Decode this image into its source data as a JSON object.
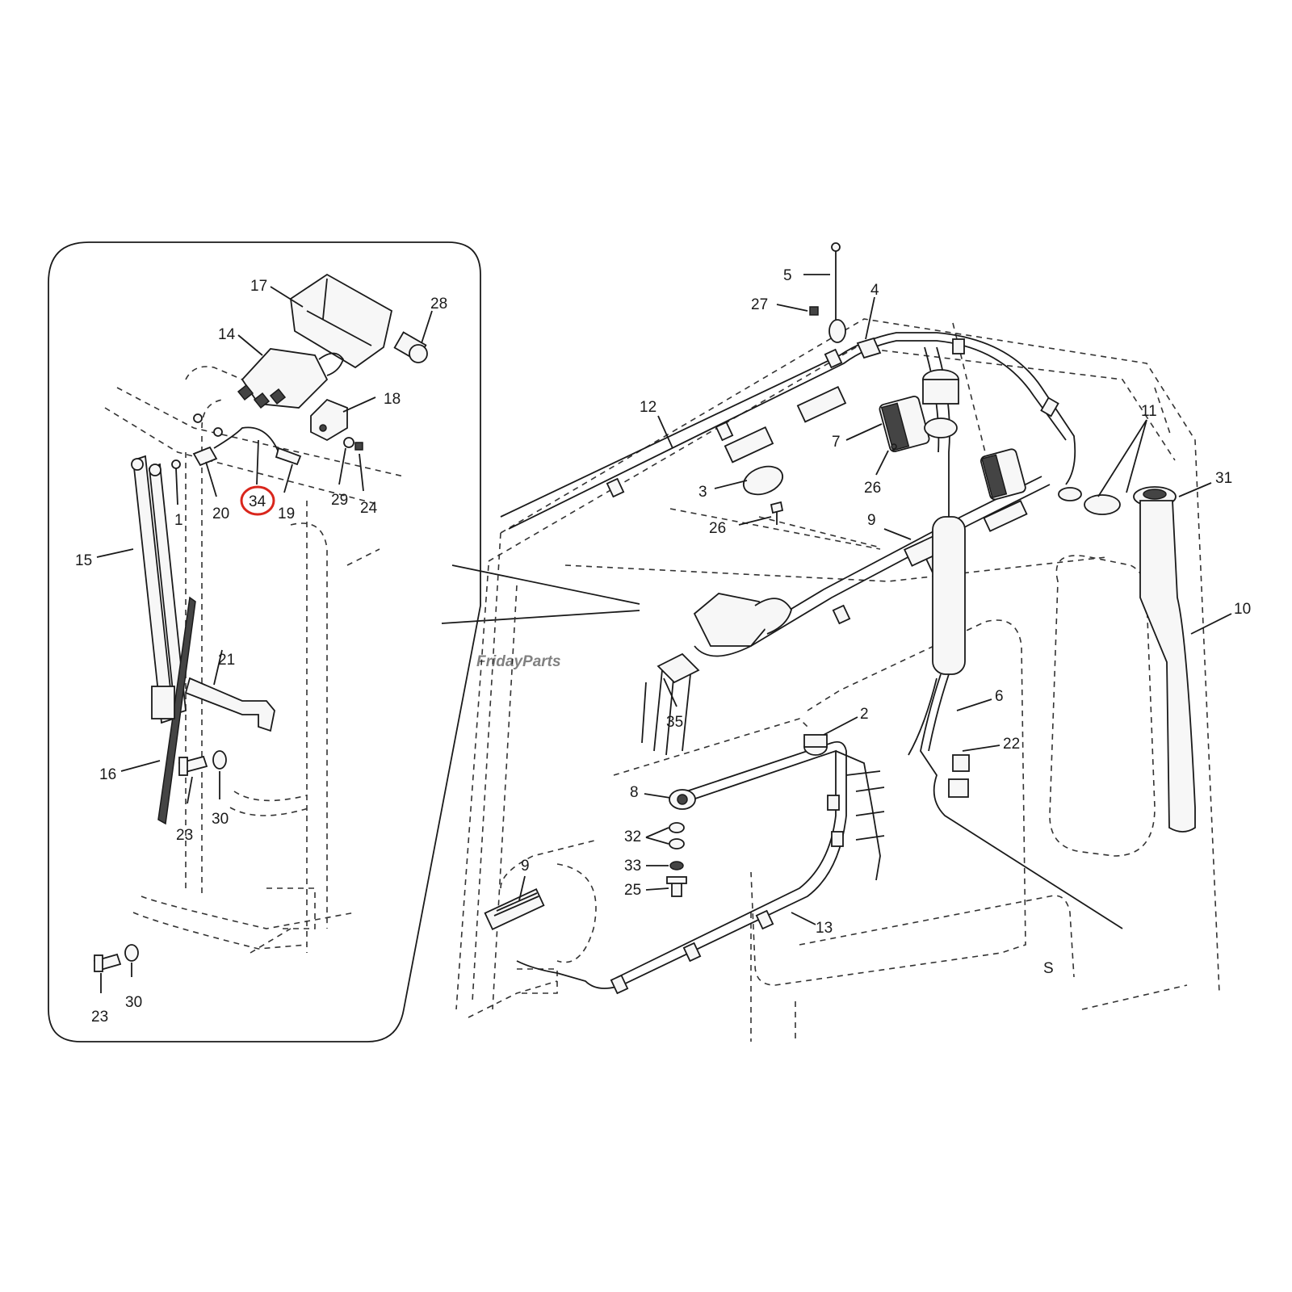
{
  "watermark": "FridayParts",
  "highlight_color": "#d9261c",
  "inset": {
    "labels": {
      "p17": "17",
      "p28": "28",
      "p14": "14",
      "p18": "18",
      "p1": "1",
      "p20": "20",
      "p34": "34",
      "p19": "19",
      "p29": "29",
      "p24": "24",
      "p15": "15",
      "p21": "21",
      "p16": "16",
      "p23a": "23",
      "p30a": "30",
      "p23b": "23",
      "p30b": "30"
    }
  },
  "main": {
    "labels": {
      "p5": "5",
      "p27": "27",
      "p4": "4",
      "p12": "12",
      "p7": "7",
      "p26a": "26",
      "p3": "3",
      "p26b": "26",
      "p9a": "9",
      "p11": "11",
      "p31": "31",
      "p10": "10",
      "p6": "6",
      "p2": "2",
      "p22": "22",
      "p35": "35",
      "p8": "8",
      "p32": "32",
      "p33": "33",
      "p25": "25",
      "p9b": "9",
      "p13": "13",
      "pS": "S"
    }
  }
}
